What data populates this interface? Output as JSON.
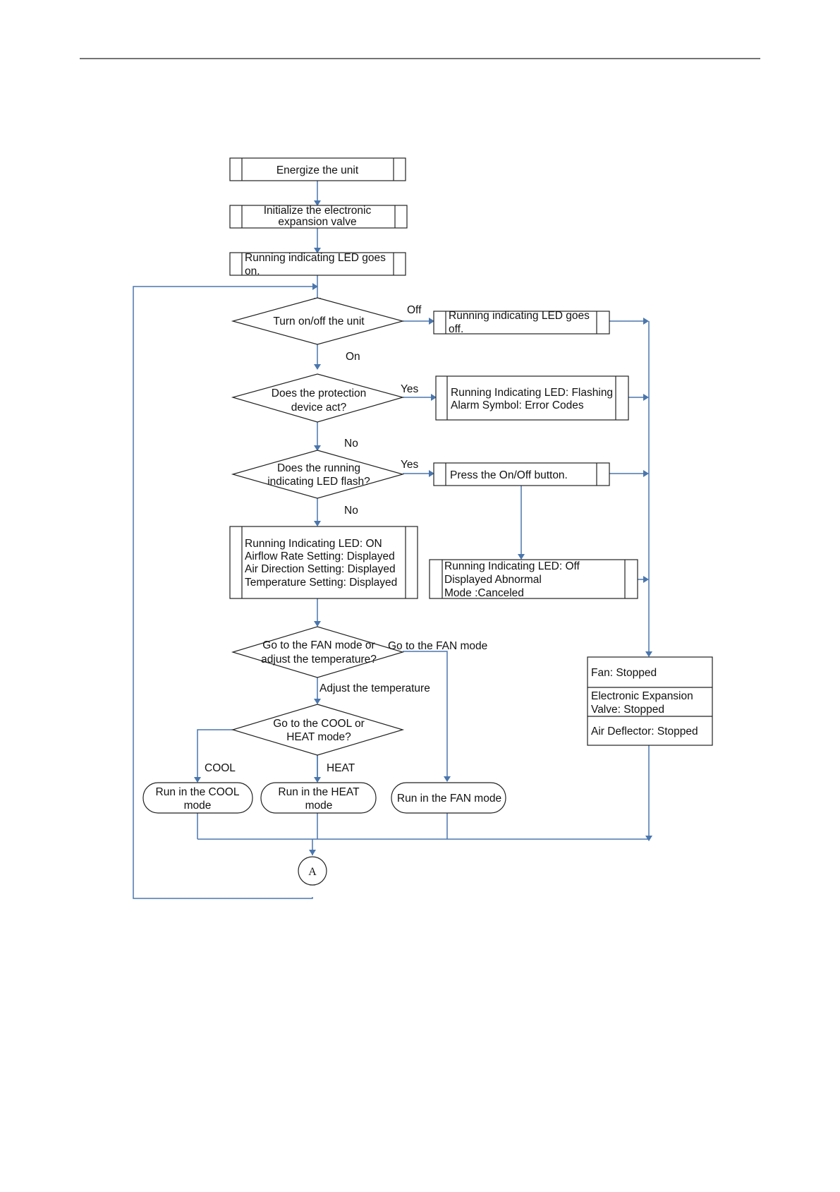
{
  "flowchart": {
    "steps": {
      "energize": "Energize the unit",
      "init_valve": [
        "Initialize the electronic",
        "expansion valve"
      ],
      "led_on": [
        "Running indicating LED goes",
        "on."
      ],
      "turn_onoff": "Turn on/off the unit",
      "led_off": [
        "Running indicating LED goes",
        "off."
      ],
      "protection_q": [
        "Does the protection",
        "device act?"
      ],
      "flashing": [
        "Running Indicating LED: Flashing",
        "Alarm Symbol: Error Codes"
      ],
      "led_flash_q": [
        "Does the running",
        "indicating LED flash?"
      ],
      "press_button": "Press the On/Off button.",
      "running_display": [
        "Running Indicating LED: ON",
        "Airflow Rate Setting: Displayed",
        "Air Direction Setting: Displayed",
        "Temperature Setting: Displayed"
      ],
      "abnormal": [
        "Running Indicating LED: Off",
        "Displayed Abnormal",
        "Mode :Canceled"
      ],
      "fan_or_temp_q": [
        "Go to the FAN mode or",
        "adjust the temperature?"
      ],
      "cool_heat_q": [
        "Go to the COOL or",
        "HEAT mode?"
      ],
      "run_cool": [
        "Run in the COOL",
        "mode"
      ],
      "run_heat": [
        "Run in the HEAT",
        "mode"
      ],
      "run_fan": "Run in the FAN mode",
      "stopped_table": [
        "Fan: Stopped",
        "Electronic Expansion",
        "Valve: Stopped",
        "Air Deflector: Stopped"
      ],
      "connector": "A"
    },
    "labels": {
      "off": "Off",
      "on": "On",
      "yes1": "Yes",
      "no1": "No",
      "yes2": "Yes",
      "no2": "No",
      "go_fan": "Go to the FAN mode",
      "adjust_temp": "Adjust the temperature",
      "cool": "COOL",
      "heat": "HEAT"
    },
    "colors": {
      "connector_line": "#4a76ad",
      "outline": "#222222"
    }
  }
}
